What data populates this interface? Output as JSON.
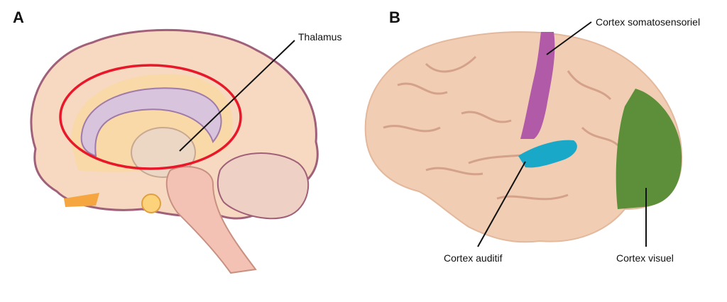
{
  "panels": {
    "a": {
      "letter": "A",
      "labels": {
        "thalamus": "Thalamus"
      }
    },
    "b": {
      "letter": "B",
      "labels": {
        "somatosensory": "Cortex somatosensoriel",
        "auditory": "Cortex auditif",
        "visual": "Cortex visuel"
      }
    }
  },
  "colors": {
    "cortex_a": "#f6d9c0",
    "outline_a": "#a0607a",
    "limbic_ring": "#e8182a",
    "cortex_b": "#f0cdb3",
    "somatosensory": "#b05aa8",
    "auditory": "#1aa8c8",
    "visual": "#5d8f3a"
  }
}
